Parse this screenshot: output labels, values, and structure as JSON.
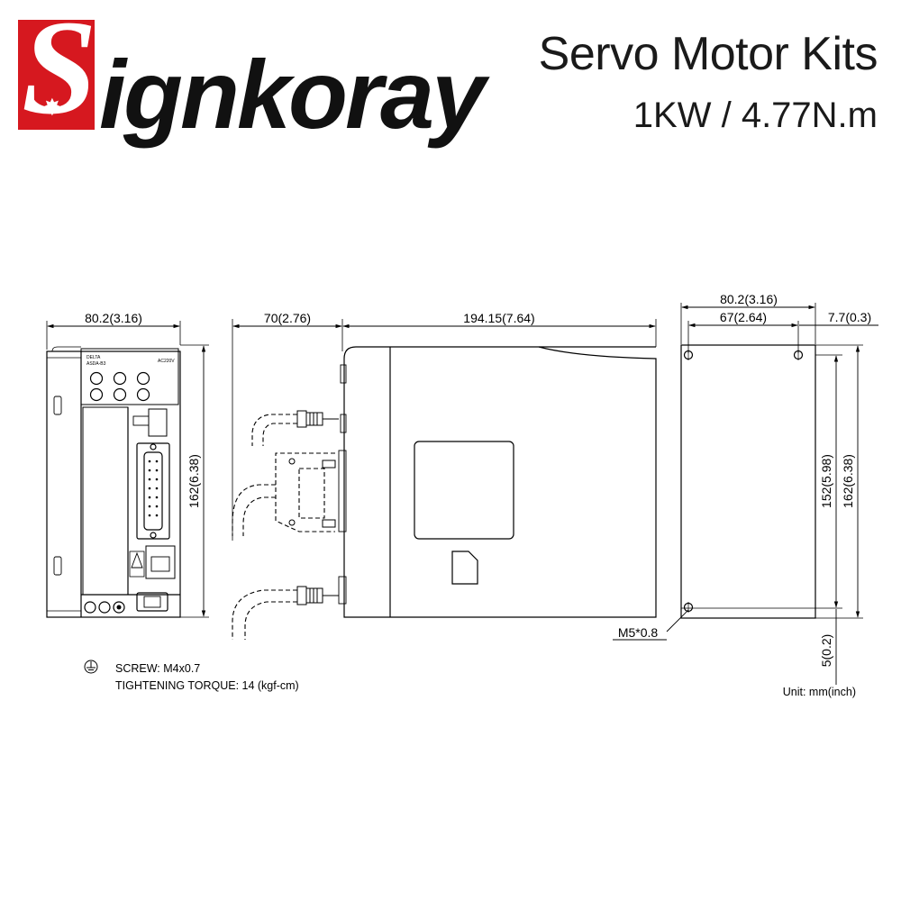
{
  "brand": {
    "logo_initial": "S",
    "logo_rest": "ignkoray"
  },
  "header": {
    "title": "Servo Motor Kits",
    "subtitle": "1KW / 4.77N.m"
  },
  "front_view": {
    "width_label": "80.2(3.16)",
    "height_label": "162(6.38)",
    "panel_brand": "DELTA",
    "panel_model": "ASDA-B3",
    "panel_voltage": "AC220V"
  },
  "side_view": {
    "connector_depth_label": "70(2.76)",
    "depth_label": "194.15(7.64)"
  },
  "rear_view": {
    "width_label": "80.2(3.16)",
    "hole_spacing_label": "67(2.64)",
    "edge_offset_label": "7.7(0.3)",
    "hole_pitch_label": "152(5.98)",
    "height_label": "162(6.38)",
    "screw_label": "M5*0.8",
    "bottom_offset_label": "5(0.2)"
  },
  "notes": {
    "ground_icon": "ground-symbol-icon",
    "screw": "SCREW: M4x0.7",
    "torque": "TIGHTENING TORQUE: 14 (kgf-cm)",
    "unit": "Unit: mm(inch)"
  },
  "colors": {
    "brand_red": "#d6181f",
    "line": "#000000"
  }
}
